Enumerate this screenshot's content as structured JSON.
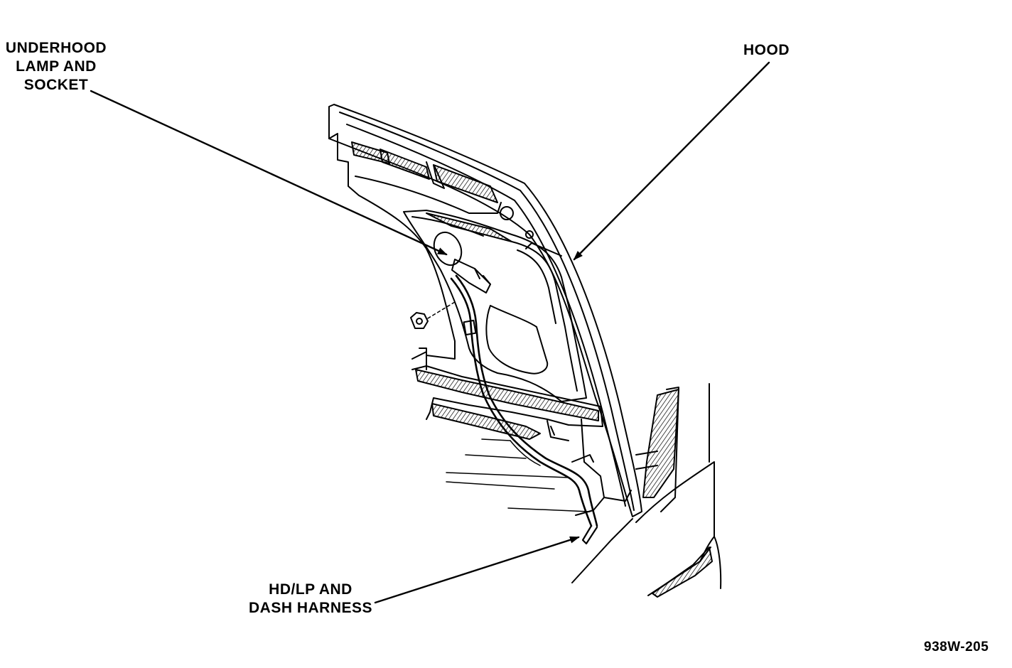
{
  "labels": {
    "underhood_lamp": [
      "UNDERHOOD",
      "LAMP AND",
      "SOCKET"
    ],
    "hood": "HOOD",
    "harness": [
      "HD/LP AND",
      "DASH HARNESS"
    ]
  },
  "figure_id": "938W-205"
}
